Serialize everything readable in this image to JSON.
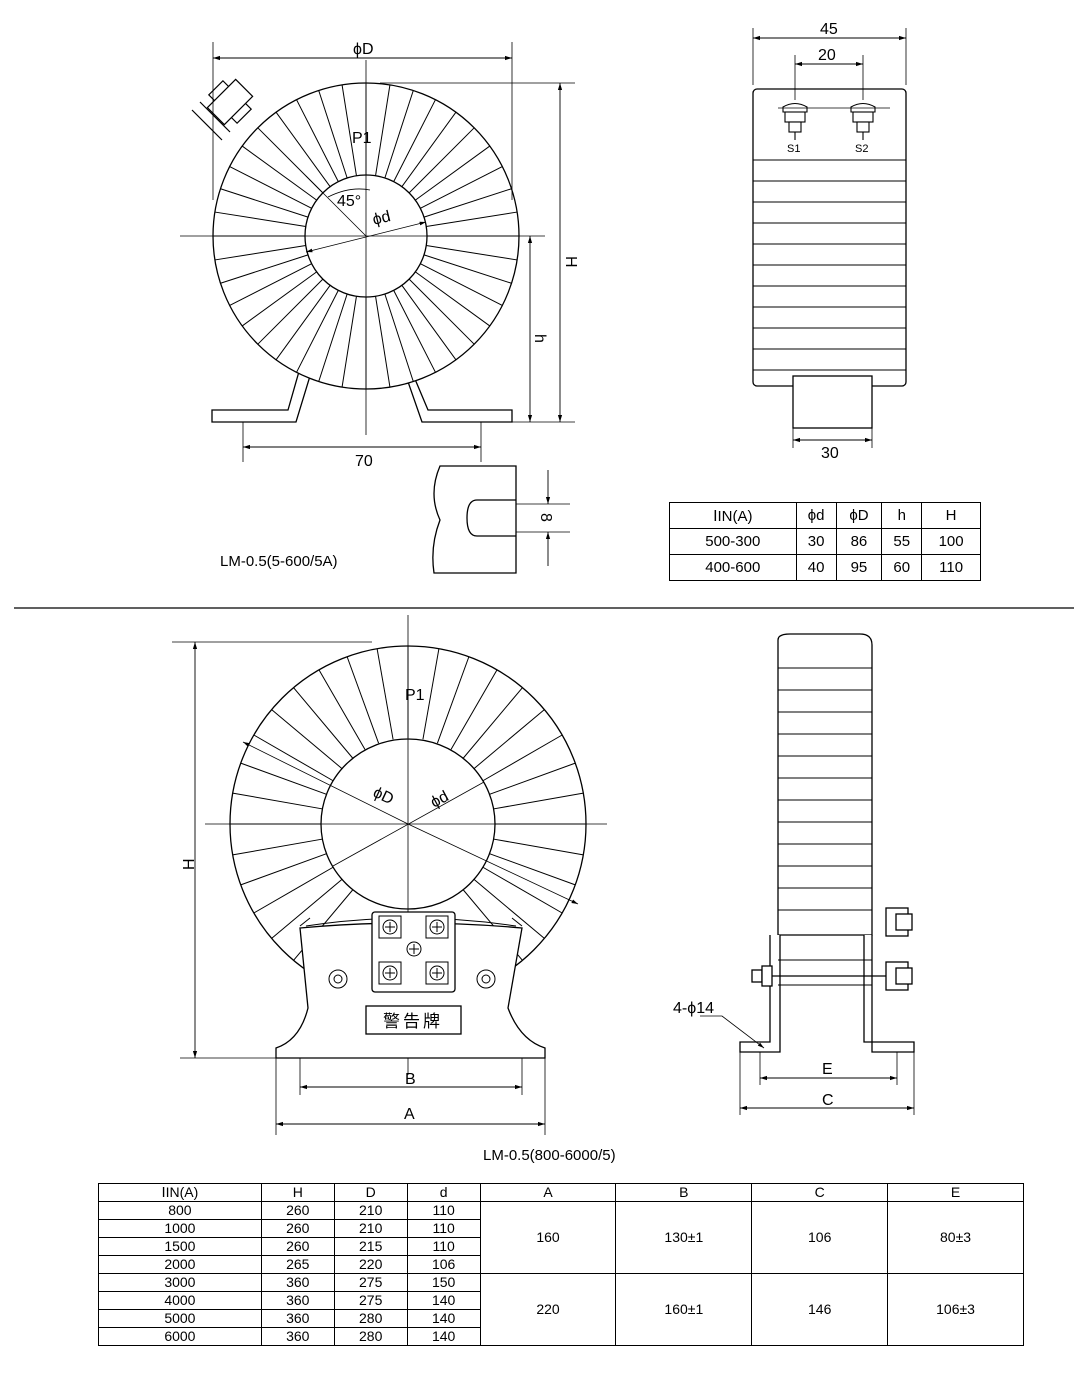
{
  "top_front": {
    "label_phiD": "ϕD",
    "label_P1": "P1",
    "label_45": "45°",
    "label_phid": "ϕd",
    "label_H": "H",
    "label_h": "h",
    "label_70": "70",
    "caption": "LM-0.5(5-600/5A)"
  },
  "top_side": {
    "label_45": "45",
    "label_20": "20",
    "label_S1": "S1",
    "label_S2": "S2",
    "label_30": "30"
  },
  "slot_detail": {
    "label_8": "8"
  },
  "table1": {
    "headers": [
      "ⅠIN(A)",
      "ϕd",
      "ϕD",
      "h",
      "H"
    ],
    "rows": [
      [
        "500-300",
        "30",
        "86",
        "55",
        "100"
      ],
      [
        "400-600",
        "40",
        "95",
        "60",
        "110"
      ]
    ]
  },
  "bottom_front": {
    "label_P1": "P1",
    "label_phiD": "ϕD",
    "label_phid": "ϕd",
    "label_H": "H",
    "warning_plate": "警告牌",
    "label_B": "B",
    "label_A": "A",
    "caption": "LM-0.5(800-6000/5)"
  },
  "bottom_side": {
    "label_holes": "4-ϕ14",
    "label_E": "E",
    "label_C": "C"
  },
  "table2": {
    "headers": [
      "ⅠIN(A)",
      "H",
      "D",
      "d",
      "A",
      "B",
      "C",
      "E"
    ],
    "rows": [
      [
        "800",
        "260",
        "210",
        "110"
      ],
      [
        "1000",
        "260",
        "210",
        "110"
      ],
      [
        "1500",
        "260",
        "215",
        "110"
      ],
      [
        "2000",
        "265",
        "220",
        "106"
      ],
      [
        "3000",
        "360",
        "275",
        "150"
      ],
      [
        "4000",
        "360",
        "275",
        "140"
      ],
      [
        "5000",
        "360",
        "280",
        "140"
      ],
      [
        "6000",
        "360",
        "280",
        "140"
      ]
    ],
    "group1": {
      "A": "160",
      "B": "130±1",
      "C": "106",
      "E": "80±3"
    },
    "group2": {
      "A": "220",
      "B": "160±1",
      "C": "146",
      "E": "106±3"
    }
  }
}
